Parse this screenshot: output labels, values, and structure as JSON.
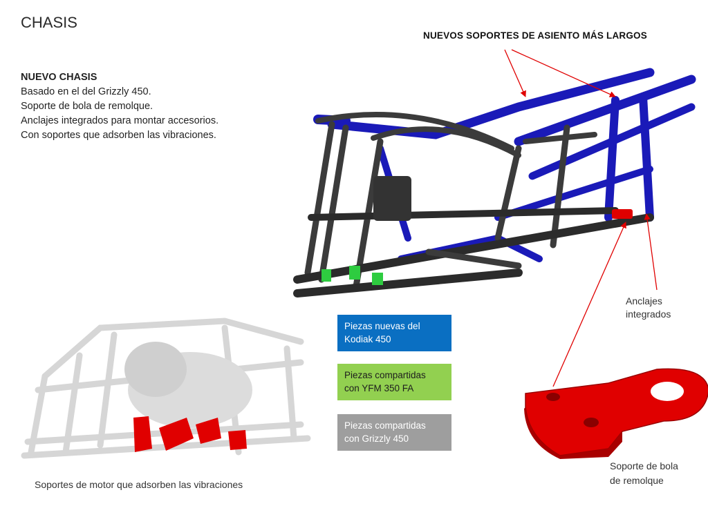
{
  "page": {
    "title": "CHASIS"
  },
  "description": {
    "heading": "NUEVO CHASIS",
    "lines": [
      "Basado en el del Grizzly 450.",
      "Soporte de bola de remolque.",
      "Anclajes integrados para montar accesorios.",
      "Con soportes que adsorben las vibraciones."
    ]
  },
  "callouts": {
    "seat_supports": "NUEVOS SOPORTES DE ASIENTO MÁS LARGOS",
    "anchors_line1": "Anclajes",
    "anchors_line2": "integrados",
    "tow_line1": "Soporte de bola",
    "tow_line2": "de remolque",
    "engine_mounts": "Soportes de motor que adsorben las vibraciones"
  },
  "legend": {
    "blue_line1": "Piezas nuevas  del",
    "blue_line2": "Kodiak 450",
    "green_line1": "Piezas compartidas",
    "green_line2": "con YFM 350 FA",
    "grey_line1": "Piezas compartidas",
    "grey_line2": "con Grizzly 450"
  },
  "colors": {
    "new_parts": "#0a6fc2",
    "shared_yfm": "#92d050",
    "shared_grizzly": "#9e9e9e",
    "highlight_red": "#d40000"
  }
}
